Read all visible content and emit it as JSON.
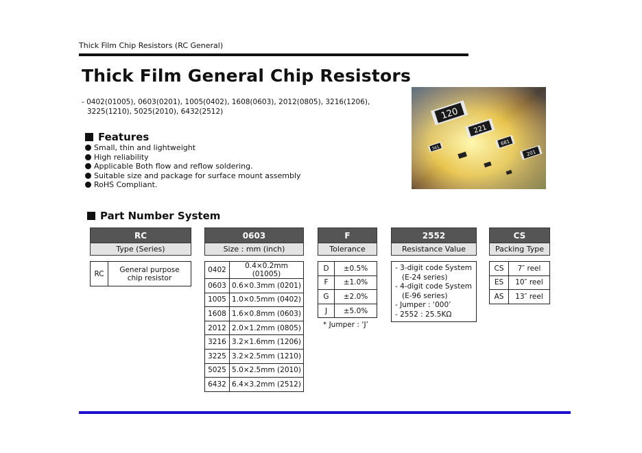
{
  "header": {
    "label": "Thick Film Chip Resistors (RC General)"
  },
  "title": "Thick Film General Chip Resistors",
  "sizes": {
    "line1": "- 0402(01005), 0603(0201), 1005(0402), 1608(0603), 2012(0805), 3216(1206),",
    "line2": "3225(1210), 5025(2010), 6432(2512)"
  },
  "features": {
    "heading": "Features",
    "items": [
      "Small, thin and lightweight",
      "High reliability",
      "Applicable Both flow and reflow soldering.",
      "Suitable size and package for surface mount assembly",
      "RoHS Compliant."
    ]
  },
  "photo": {
    "labels": [
      "120",
      "221",
      "681",
      "201",
      "561"
    ]
  },
  "part_number": {
    "heading": "Part Number System",
    "type": {
      "code": "RC",
      "subtitle": "Type (Series)",
      "rows": [
        {
          "key": "RC",
          "value": "General purpose chip resistor"
        }
      ]
    },
    "size": {
      "code": "0603",
      "subtitle": "Size : mm (inch)",
      "rows": [
        {
          "key": "0402",
          "value": "0.4×0.2mm (01005)"
        },
        {
          "key": "0603",
          "value": "0.6×0.3mm (0201)"
        },
        {
          "key": "1005",
          "value": "1.0×0.5mm (0402)"
        },
        {
          "key": "1608",
          "value": "1.6×0.8mm (0603)"
        },
        {
          "key": "2012",
          "value": "2.0×1.2mm (0805)"
        },
        {
          "key": "3216",
          "value": "3.2×1.6mm (1206)"
        },
        {
          "key": "3225",
          "value": "3.2×2.5mm (1210)"
        },
        {
          "key": "5025",
          "value": "5.0×2.5mm (2010)"
        },
        {
          "key": "6432",
          "value": "6.4×3.2mm (2512)"
        }
      ]
    },
    "tolerance": {
      "code": "F",
      "subtitle": "Tolerance",
      "rows": [
        {
          "key": "D",
          "value": "±0.5%"
        },
        {
          "key": "F",
          "value": "±1.0%"
        },
        {
          "key": "G",
          "value": "±2.0%"
        },
        {
          "key": "J",
          "value": "±5.0%"
        }
      ],
      "note": "* Jumper : ‘J’"
    },
    "resistance": {
      "code": "2552",
      "subtitle": "Resistance Value",
      "lines": [
        "- 3-digit code System",
        "(E-24 series)",
        "- 4-digit code System",
        "(E-96 series)",
        "- Jumper : ‘000’",
        "- 2552 : 25.5KΩ"
      ]
    },
    "packing": {
      "code": "CS",
      "subtitle": "Packing Type",
      "rows": [
        {
          "key": "CS",
          "value": "7″ reel"
        },
        {
          "key": "ES",
          "value": "10″ reel"
        },
        {
          "key": "AS",
          "value": "13″ reel"
        }
      ]
    }
  }
}
